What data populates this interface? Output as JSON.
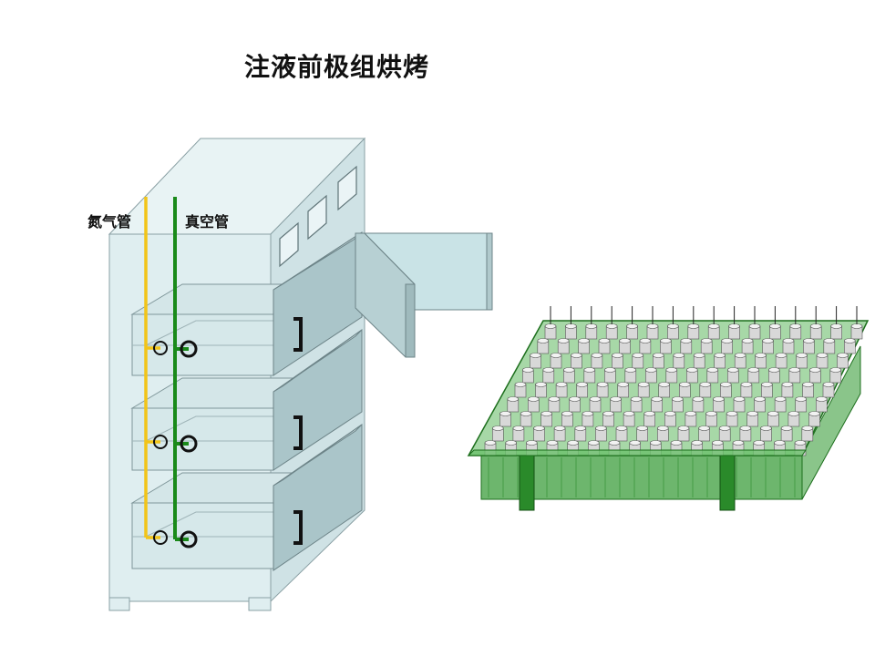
{
  "title": "注液前极组烘烤",
  "labels": {
    "nitrogen_pipe": "氮气管",
    "vacuum_pipe": "真空管"
  },
  "colors": {
    "cabinet_light": "#dcecee",
    "cabinet_side": "#c5dde0",
    "drawer_front": "#a8c4c8",
    "nitrogen": "#f2c418",
    "vacuum": "#1a8a1a",
    "tray_green": "#2f9a2f",
    "tray_dark": "#1c6e1c"
  },
  "icons": [
    "oven-cabinet",
    "drawer-handle",
    "pipe-valve",
    "battery-tray",
    "battery-cell"
  ]
}
